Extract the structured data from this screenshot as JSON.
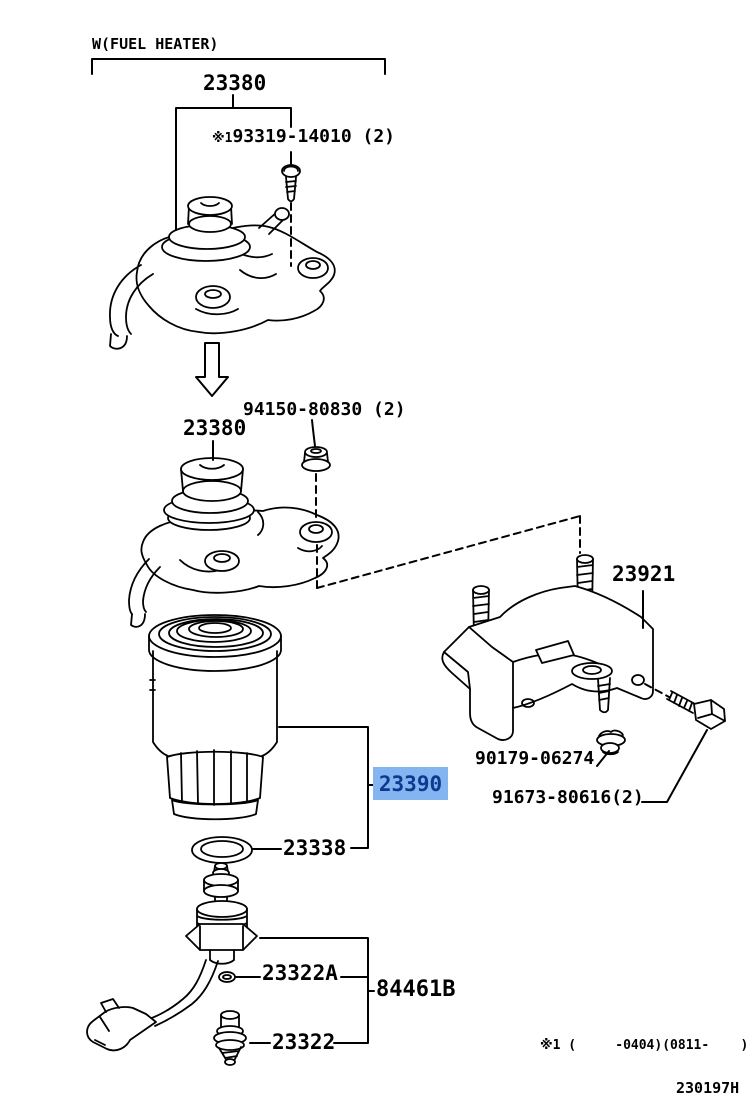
{
  "diagram": {
    "variant_note": "W(FUEL HEATER)",
    "callouts": {
      "pump_assy_top": "23380",
      "screw_footnote_marker": "※1",
      "screw": "93319-14010 (2)",
      "nut": "94150-80830 (2)",
      "pump_assy": "23380",
      "bracket": "23921",
      "fuel_filter": "23390",
      "gasket": "23338",
      "clip": "90179-06274",
      "bolt": "91673-80616(2)",
      "o_ring": "23322A",
      "sedimenter_assy": "84461B",
      "level_switch": "23322"
    },
    "footnote": "※1 (     -0404)(0811-    )",
    "sheet_code": "230197H",
    "colors": {
      "ink": "#000000",
      "background": "#ffffff",
      "highlight_bg": "#85B5F1",
      "highlight_fg": "#10388E"
    }
  }
}
